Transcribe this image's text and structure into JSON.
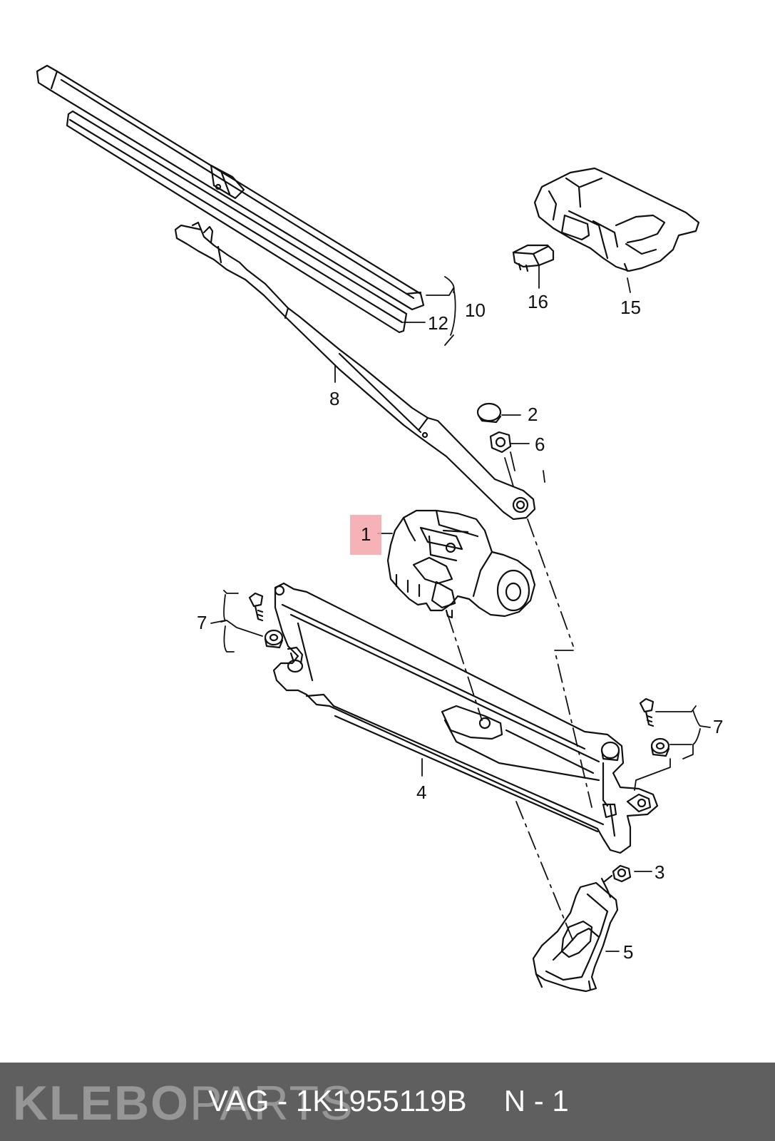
{
  "callouts": {
    "c1": "1",
    "c2": "2",
    "c3": "3",
    "c4": "4",
    "c5": "5",
    "c6": "6",
    "c7a": "7",
    "c7b": "7",
    "c8": "8",
    "c10": "10",
    "c12": "12",
    "c15": "15",
    "c16": "16"
  },
  "highlight_color": "#f4a6aa",
  "footer": {
    "brand_bold": "KLEBO",
    "brand_light": "PARTS",
    "part_number": "VAG - 1K1955119B",
    "quantity": "N - 1",
    "background": "#5f5f5f"
  }
}
